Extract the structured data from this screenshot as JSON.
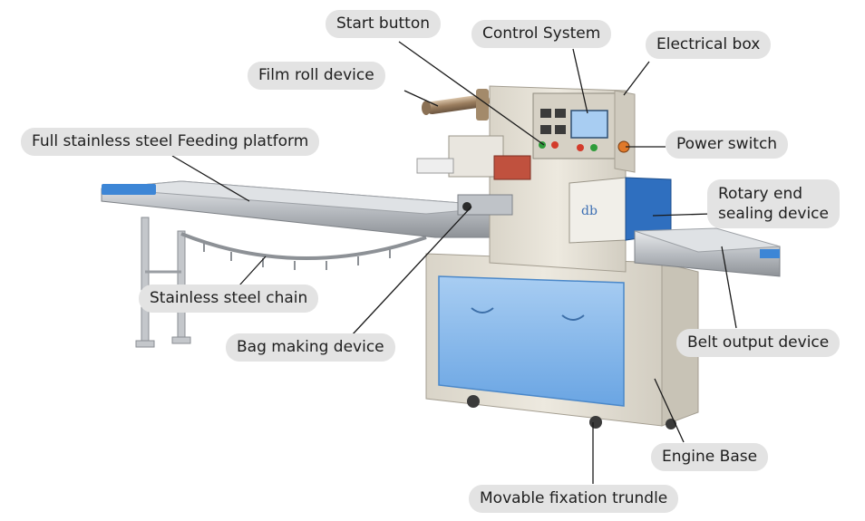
{
  "labels": {
    "start_button": "Start button",
    "control_system": "Control System",
    "electrical_box": "Electrical box",
    "film_roll_device": "Film roll device",
    "feeding_platform": "Full stainless steel Feeding platform",
    "power_switch": "Power switch",
    "rotary_end_line1": "Rotary end",
    "rotary_end_line2": "sealing device",
    "stainless_steel_chain": "Stainless steel chain",
    "bag_making_device": "Bag making device",
    "belt_output_device": "Belt output device",
    "engine_base": "Engine Base",
    "movable_fixation_trundle": "Movable fixation trundle"
  },
  "colors": {
    "label_bg": "#e3e3e3",
    "machine_body": "#e6e1d6",
    "steel": "#c9ccd0",
    "blue_panel": "#7fb3ea",
    "blue_accent": "#3d86d6",
    "leader_line": "#1a1a1a"
  }
}
